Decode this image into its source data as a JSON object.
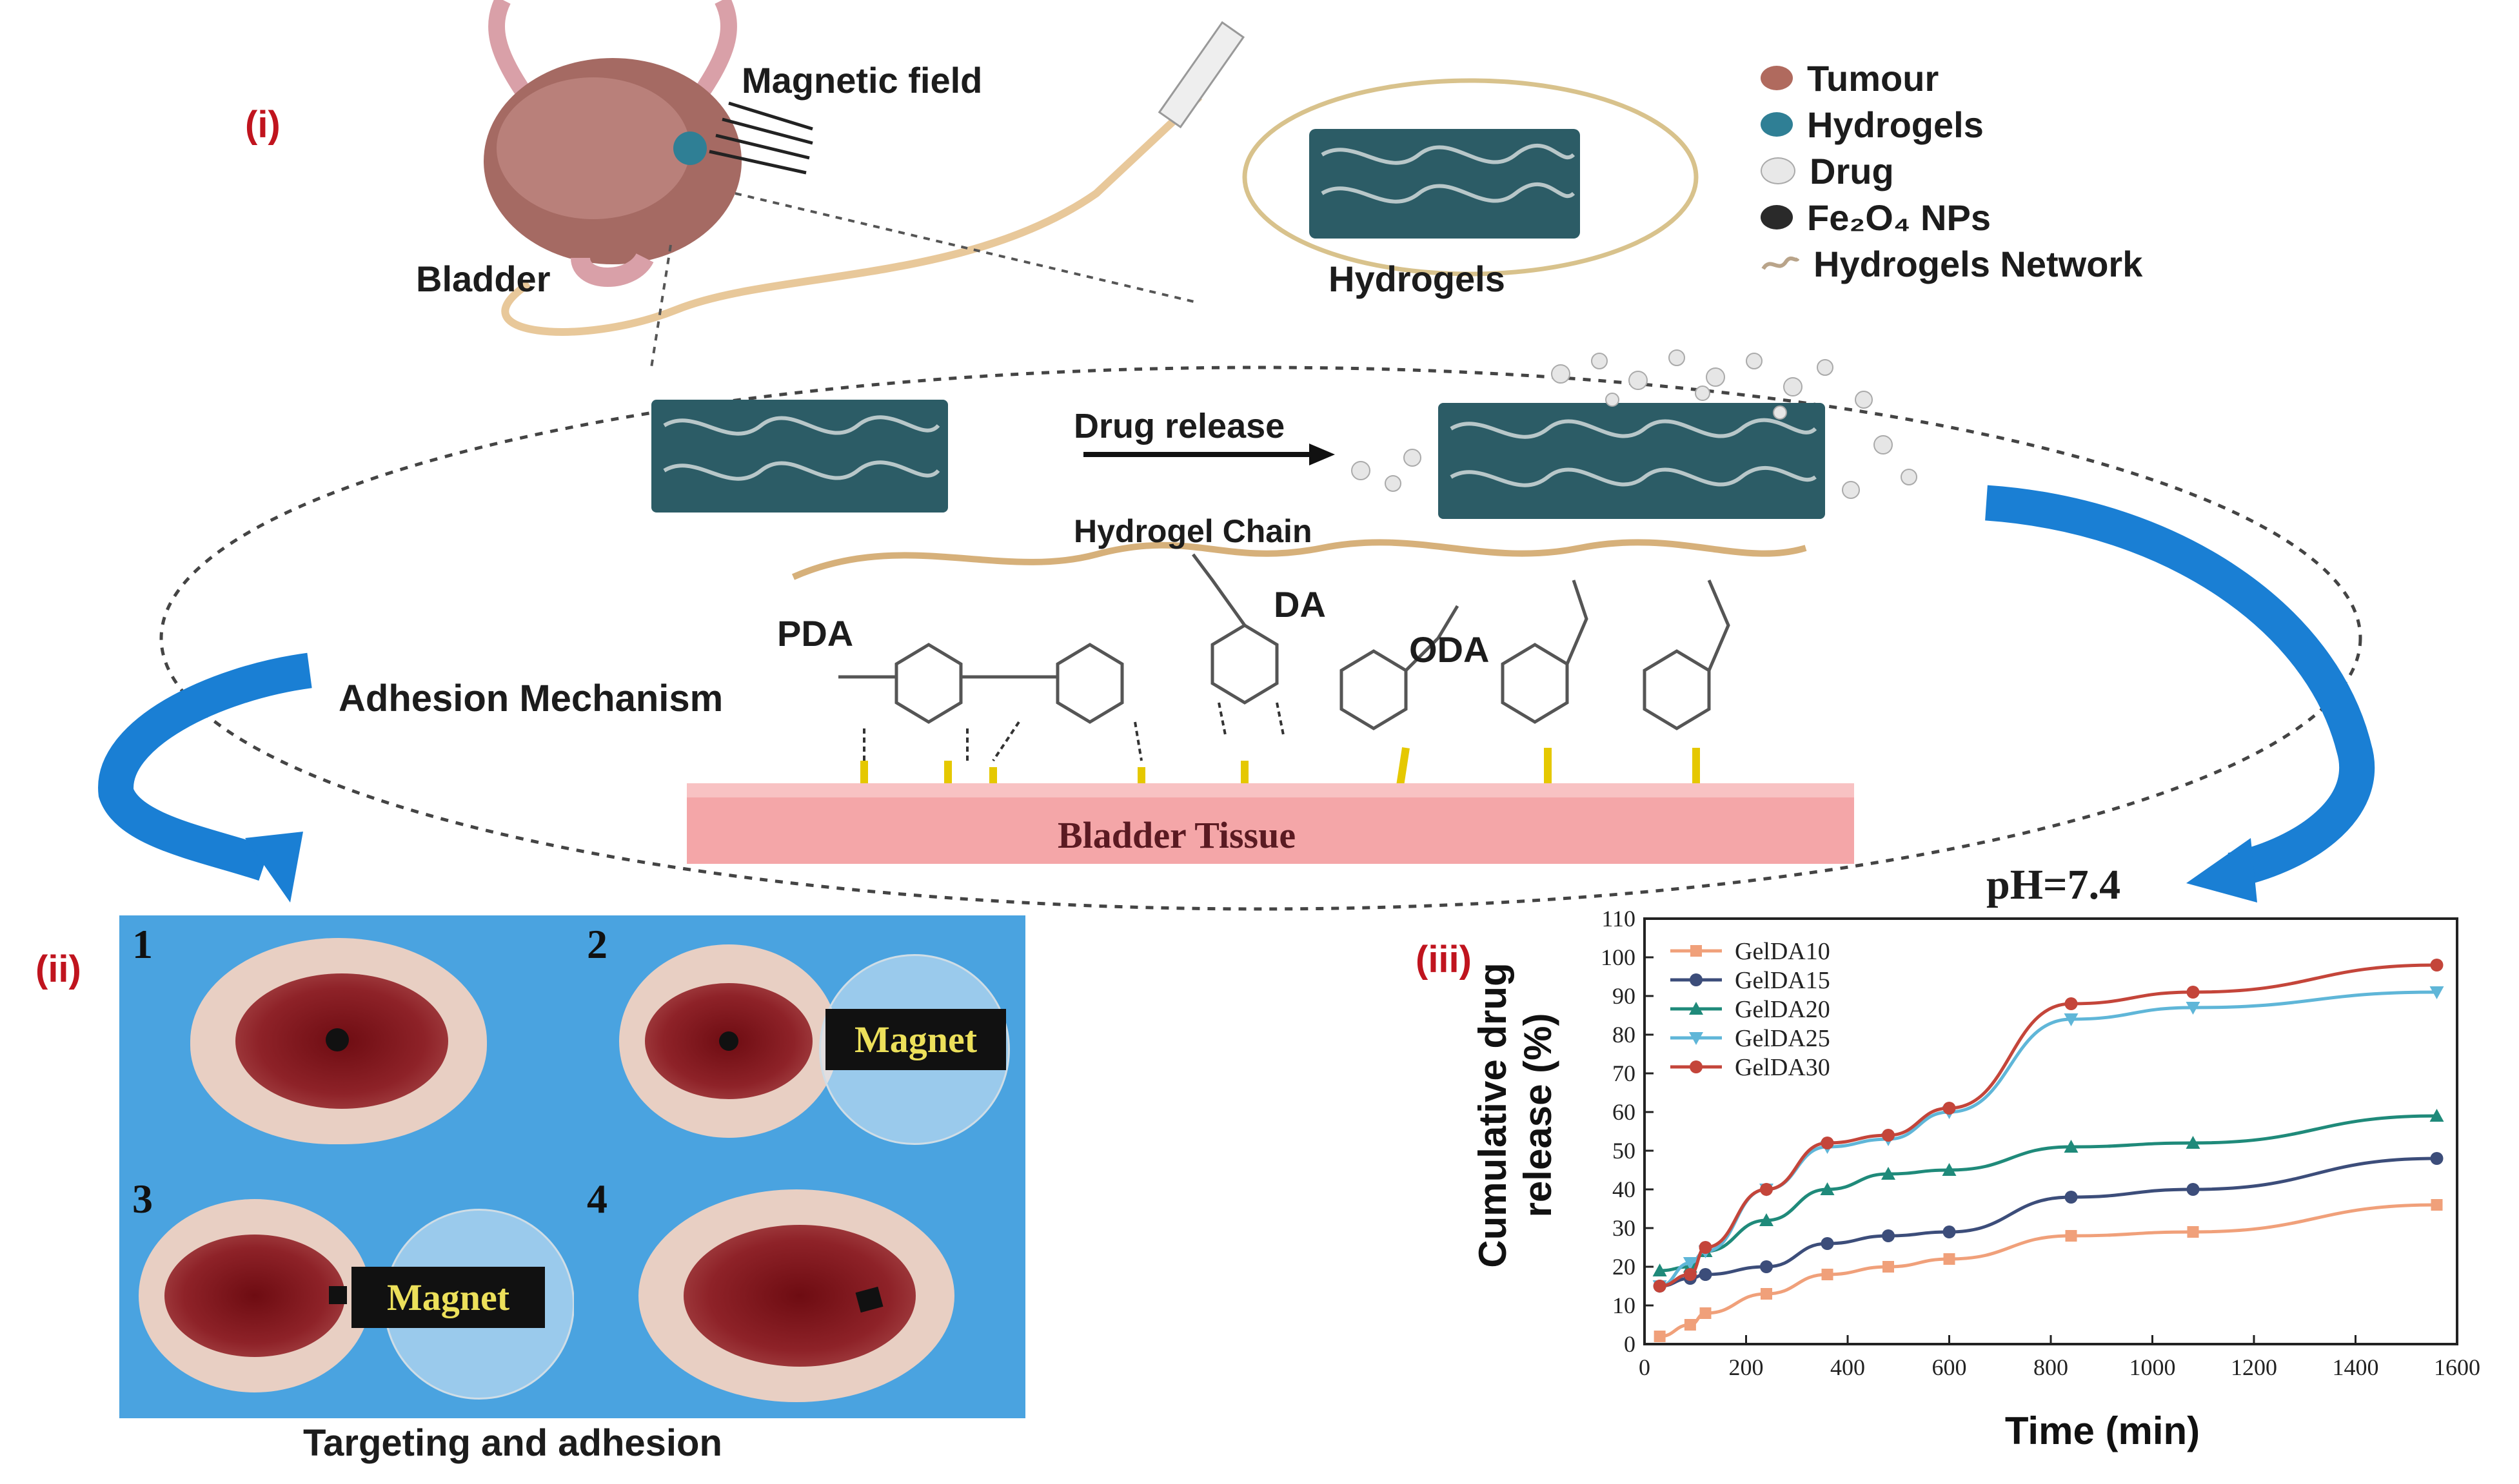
{
  "panels": {
    "i": "(i)",
    "ii": "(ii)",
    "iii": "(iii)"
  },
  "top": {
    "magnetic_field": "Magnetic field",
    "bladder": "Bladder",
    "hydrogels": "Hydrogels"
  },
  "legend": [
    {
      "label": "Tumour",
      "color": "#b06a5e"
    },
    {
      "label": "Hydrogels",
      "color": "#2f7f95"
    },
    {
      "label": "Drug",
      "color": "#e8e8e8"
    },
    {
      "label": "Fe₂O₄ NPs",
      "color": "#2a2a2a"
    },
    {
      "label": "Hydrogels Network",
      "color": "#b9a48a"
    }
  ],
  "mechanism": {
    "drug_release": "Drug release",
    "hydrogel_chain": "Hydrogel Chain",
    "pda": "PDA",
    "da": "DA",
    "oda": "ODA",
    "adhesion": "Adhesion Mechanism",
    "tissue": "Bladder Tissue"
  },
  "photos": {
    "numbers": [
      "1",
      "2",
      "3",
      "4"
    ],
    "magnet": "Magnet",
    "caption": "Targeting and adhesion"
  },
  "colors": {
    "panel_label": "#c0141e",
    "arrow_blue": "#1a7fd4",
    "photo_bg": "#4aa3e0",
    "tissue_pink": "#f4a6a8"
  },
  "chart_data": {
    "type": "line",
    "title": "pH=7.4",
    "xlabel": "Time (min)",
    "ylabel": "Cumulative drug release (%)",
    "xlim": [
      0,
      1600
    ],
    "ylim": [
      0,
      110
    ],
    "xticks": [
      0,
      200,
      400,
      600,
      800,
      1000,
      1200,
      1400,
      1600
    ],
    "yticks": [
      0,
      10,
      20,
      30,
      40,
      50,
      60,
      70,
      80,
      90,
      100,
      110
    ],
    "x": [
      30,
      90,
      120,
      240,
      360,
      480,
      600,
      840,
      1080,
      1560
    ],
    "legend_position": "top-left",
    "series": [
      {
        "name": "GelDA10",
        "color": "#f0a07a",
        "marker": "square",
        "values": [
          2,
          5,
          8,
          13,
          18,
          20,
          22,
          28,
          29,
          36
        ]
      },
      {
        "name": "GelDA15",
        "color": "#3c4d7a",
        "marker": "circle",
        "values": [
          15,
          17,
          18,
          20,
          26,
          28,
          29,
          38,
          40,
          48
        ]
      },
      {
        "name": "GelDA20",
        "color": "#1f8a7a",
        "marker": "triangle-up",
        "values": [
          19,
          20,
          24,
          32,
          40,
          44,
          45,
          51,
          52,
          59
        ]
      },
      {
        "name": "GelDA25",
        "color": "#5fb6d8",
        "marker": "triangle-down",
        "values": [
          15,
          21,
          24,
          40,
          51,
          53,
          60,
          84,
          87,
          91
        ]
      },
      {
        "name": "GelDA30",
        "color": "#c4453a",
        "marker": "circle",
        "values": [
          15,
          18,
          25,
          40,
          52,
          54,
          61,
          88,
          91,
          98
        ]
      }
    ]
  }
}
